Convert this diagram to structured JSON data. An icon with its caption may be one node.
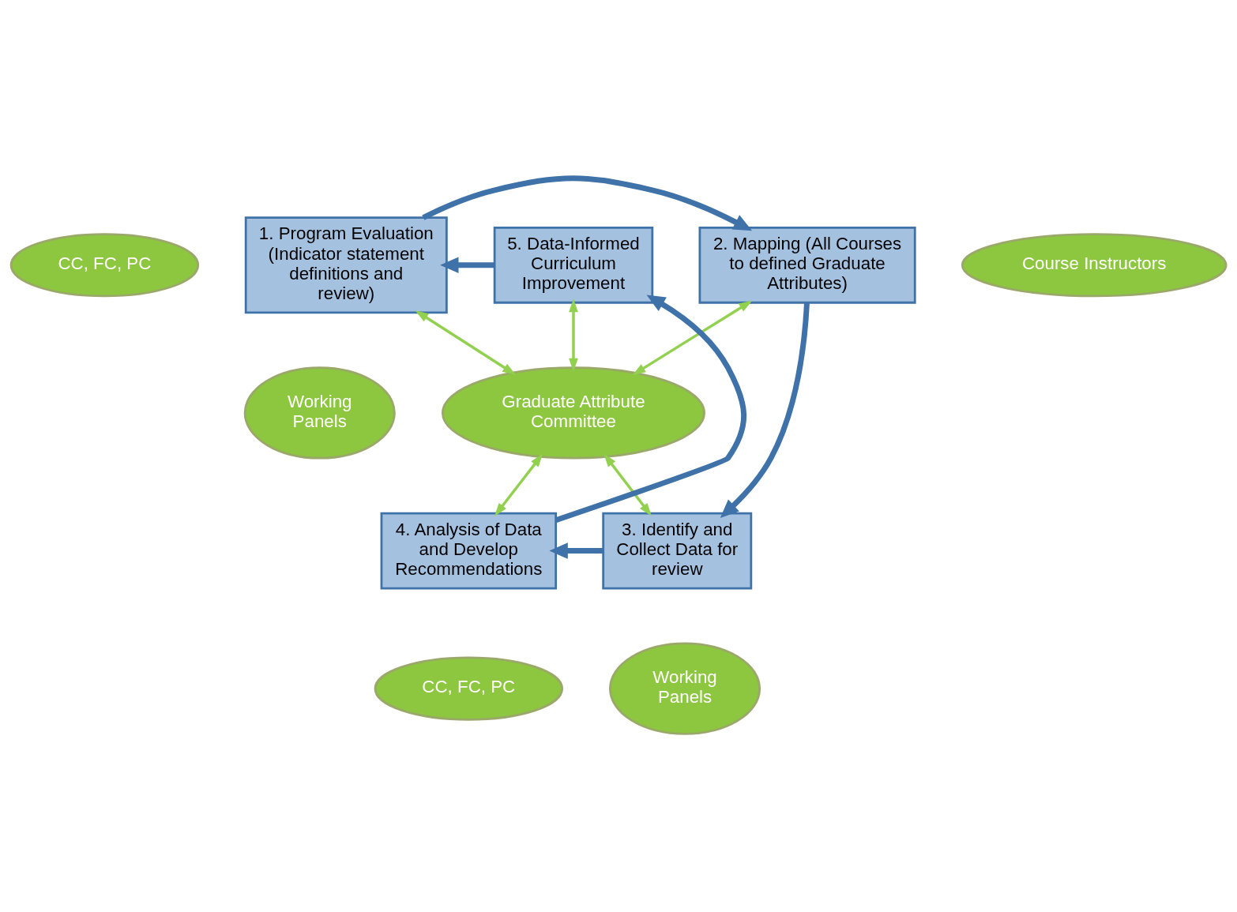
{
  "diagram": {
    "nodes": [
      {
        "text": [
          "Working Panels"
        ]
      },
      {
        "text": [
          "CC, FC, PC"
        ]
      },
      {
        "text": [
          "1. Program Evaluation (Indicator statement definitions and review)"
        ]
      },
      {
        "text": [
          "Course Instructors"
        ]
      },
      {
        "text": [
          "5. Data-Informed Curriculum Improvement"
        ]
      },
      {
        "text": [
          "2. Mapping (All Courses to defined Graduate Attributes)"
        ]
      },
      {
        "text": [
          "Graduate Attribute Committee"
        ]
      },
      {
        "text": [
          "4. Analysis of Data and Develop Recommendations"
        ]
      },
      {
        "text": [
          "3. Identify and Collect Data for review"
        ]
      },
      {
        "text": [
          "CC, FC, PC"
        ]
      },
      {
        "text": [
          "Working Panels"
        ]
      }
    ],
    "edges": [
      {
        "from": 2,
        "to": 5,
        "arrow": "to",
        "style": "thick",
        "color": "#3f72a8"
      },
      {
        "from": 5,
        "to": 8,
        "arrow": "to",
        "style": "thick",
        "color": "#3f72a8"
      },
      {
        "from": 8,
        "to": 7,
        "arrow": "to",
        "style": "thick",
        "color": "#3f72a8"
      },
      {
        "from": 7,
        "to": 4,
        "arrow": "to",
        "style": "thick",
        "color": "#3f72a8"
      },
      {
        "from": 4,
        "to": 2,
        "arrow": "to",
        "style": "thick",
        "color": "#3f72a8"
      },
      {
        "from": 2,
        "to": 6,
        "arrow": "both",
        "color": "#92d050"
      },
      {
        "from": 5,
        "to": 6,
        "arrow": "both",
        "color": "#92d050"
      },
      {
        "from": 4,
        "to": 6,
        "arrow": "both",
        "color": "#92d050"
      },
      {
        "from": 6,
        "to": 8,
        "arrow": "both",
        "color": "#92d050"
      },
      {
        "from": 6,
        "to": 7,
        "arrow": "both",
        "color": "#92d050"
      }
    ]
  }
}
